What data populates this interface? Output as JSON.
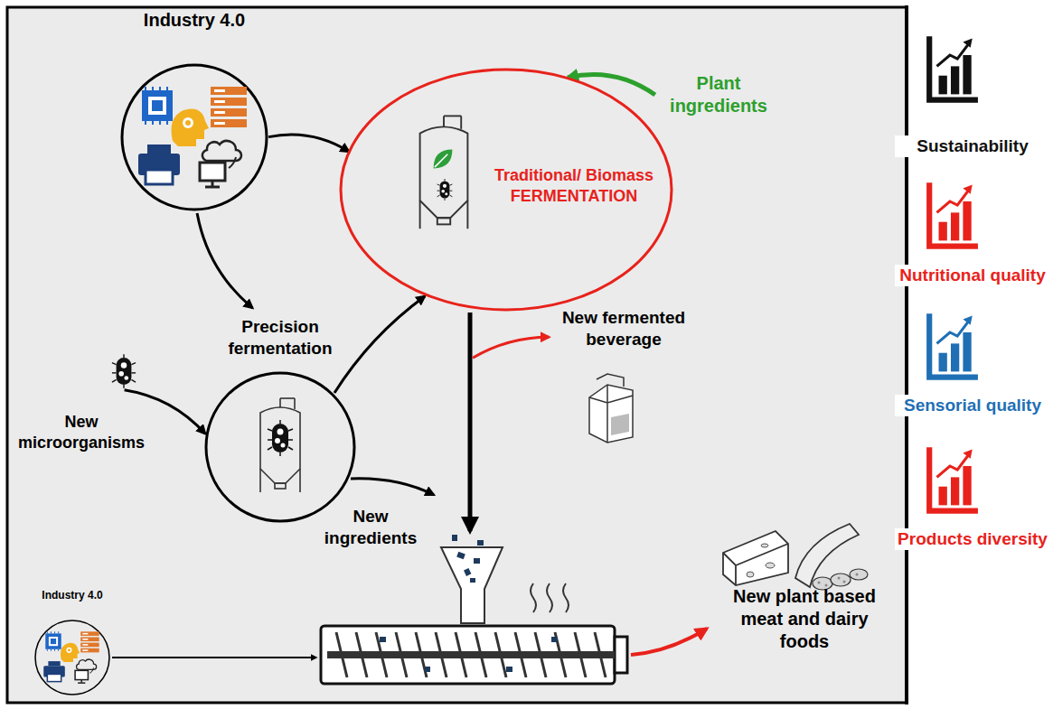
{
  "diagram": {
    "nodes": [
      {
        "text": [
          "Industry 4.0"
        ]
      },
      {
        "text": [
          "Plant ingredients"
        ]
      },
      {
        "text": [
          "Traditional/ Biomass FERMENTATION"
        ]
      },
      {
        "text": [
          "Precision fermentation"
        ]
      },
      {
        "text": [
          "New microorganisms"
        ]
      },
      {
        "text": [
          "New fermented beverage"
        ]
      },
      {
        "text": [
          "Industry 4.0"
        ]
      },
      {
        "text": [
          "New plant based meat and dairy foods"
        ]
      }
    ],
    "edges": [
      {
        "from": 0,
        "to": 2,
        "arrow": "to"
      },
      {
        "from": 0,
        "to": 3,
        "arrow": "to"
      },
      {
        "from": 1,
        "to": 2,
        "arrow": "to"
      },
      {
        "from": 4,
        "to": 3,
        "arrow": "to"
      },
      {
        "from": 3,
        "to": 2,
        "arrow": "to"
      },
      {
        "from": 2,
        "to": 5,
        "arrow": "to"
      }
    ],
    "labels": [
      "New ingredients",
      "Sustainability",
      "Nutritional quality",
      "Sensorial quality",
      "Products diversity"
    ]
  }
}
